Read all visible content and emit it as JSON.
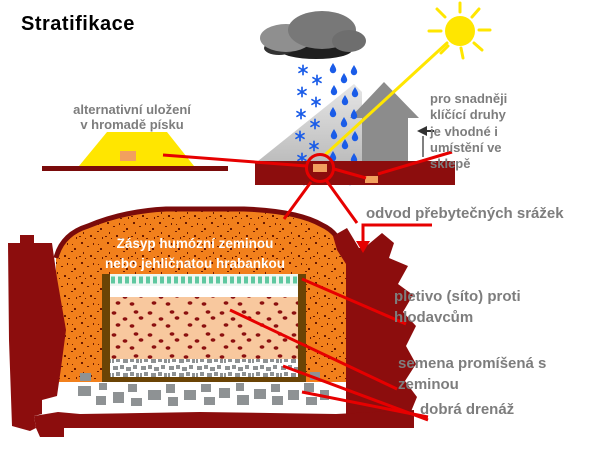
{
  "title": "Stratifikace",
  "labels": {
    "sand_pile": [
      "alternativní uložení",
      "v hromadě písku"
    ],
    "cellar_note": [
      "pro snadněji",
      "klíčící druhy",
      "je vhodné i",
      "umístění ve",
      "sklepě"
    ],
    "fill_note": [
      "Zásyp humózní zeminou",
      "nebo jehličnatou hrabankou"
    ],
    "outlet": "odvod přebytečných srážek",
    "mesh_note": [
      "pletivo (síto) proti",
      "hlodavcům"
    ],
    "seeds_note": [
      "semena promíšená s",
      "zeminou"
    ],
    "drainage_note": "dobrá drenáž"
  },
  "icons": {
    "sun": "sun-icon",
    "rain_cloud": "rain-cloud-icon",
    "raindrop": "raindrop-icon",
    "snowflake": "snowflake-icon",
    "house": "house-icon",
    "down_arrow": "down-arrow-icon",
    "left_arrow": "left-arrow-icon"
  },
  "colors": {
    "ground_red": "#8c0d0d",
    "outline_red": "#7a0b0b",
    "annotation_red": "#e60000",
    "mound_orange": "#f2801c",
    "speck_dark": "#6b1a00",
    "seed_bed_peach": "#f8c89e",
    "seed_dot": "#8b1010",
    "sand_yellow": "#ffe600",
    "container_orange": "#f2a05e",
    "sun_yellow": "#ffe600",
    "rain_blue": "#1a5ce8",
    "label_gray": "#7d7d7d",
    "title_black": "#000000",
    "mesh_teal": "#5fc8a0",
    "wood_brown": "#6b4405",
    "stone_gray": "#8e9294",
    "house_gray": "#8c8c8c",
    "cloud_gray": "#777777",
    "text_white": "#ffffff"
  }
}
